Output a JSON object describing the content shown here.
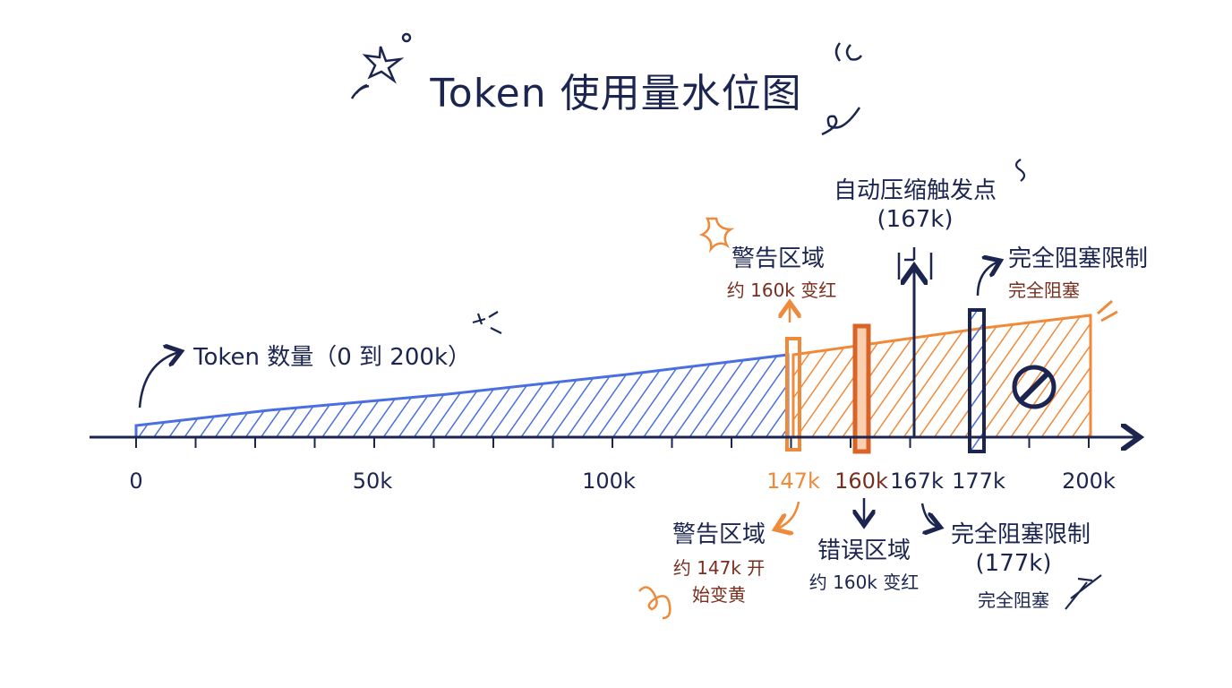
{
  "title": "Token 使用量水位图",
  "axis_label": "Token 数量（0 到 200k）",
  "ticks": [
    "0",
    "50k",
    "100k",
    "147k",
    "160k",
    "167k",
    "177k",
    "200k"
  ],
  "top_labels": {
    "warning": {
      "title": "警告区域",
      "sub": "约 160k 变红"
    },
    "autocompress": {
      "title": "自动压缩触发点",
      "value": "(167k)"
    },
    "block": {
      "title": "完全阻塞限制",
      "sub": "完全阻塞"
    }
  },
  "bottom_labels": {
    "warning": {
      "title": "警告区域",
      "sub1": "约 147k 开",
      "sub2": "始变黄"
    },
    "error": {
      "title": "错误区域",
      "sub": "约 160k 变红"
    },
    "block": {
      "title": "完全阻塞限制",
      "value": "(177k)",
      "sub": "完全阻塞"
    }
  },
  "chart_data": {
    "type": "area",
    "x_range": [
      0,
      200000
    ],
    "thresholds": [
      {
        "name": "警告区域",
        "value": 147000,
        "color": "#ef8a3a"
      },
      {
        "name": "错误区域",
        "value": 160000,
        "color": "#d9642a"
      },
      {
        "name": "自动压缩触发点",
        "value": 167000,
        "color": "#1b2550"
      },
      {
        "name": "完全阻塞限制",
        "value": 177000,
        "color": "#1b2550"
      }
    ],
    "colors": {
      "normal": "#4a6fe0",
      "warning": "#ef8a3a",
      "axis": "#1b2550"
    }
  }
}
